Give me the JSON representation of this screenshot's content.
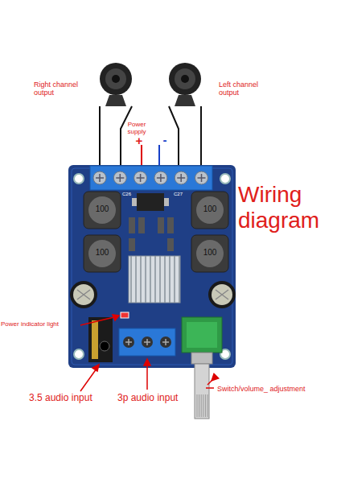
{
  "diagram": {
    "title": "Wiring diagram",
    "labels": [
      "Right channel output",
      "Left channel output",
      "Power supply",
      "+",
      "-",
      "Power indicator light",
      "3.5 audio input",
      "3p audio input",
      "Switch/volume_ adjustment",
      "100",
      "100",
      "100",
      "100",
      "C26",
      "C27"
    ]
  }
}
